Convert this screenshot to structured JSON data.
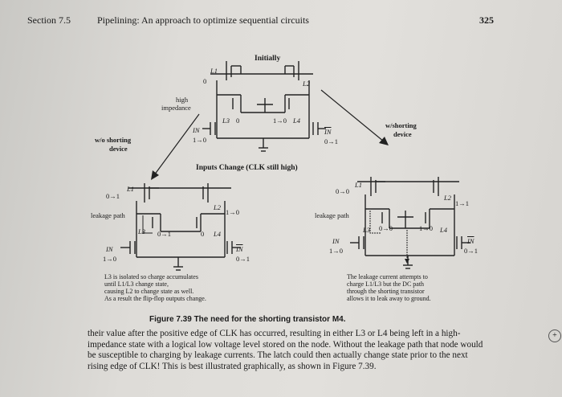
{
  "header": {
    "section": "Section 7.5",
    "title": "Pipelining: An approach to optimize sequential circuits",
    "page_number": "325"
  },
  "diagram": {
    "initially": "Initially",
    "inputs_change": "Inputs Change (CLK still high)",
    "wo_shorting_1": "w/o shorting",
    "wo_shorting_2": "device",
    "w_shorting_1": "w/shorting",
    "w_shorting_2": "device",
    "high_impedance_1": "high",
    "high_impedance_2": "impedance",
    "leakage_path": "leakage path",
    "leakage_path_2": "leakage path",
    "zero": "0",
    "l1": "L1",
    "l2": "L2",
    "l3": "L3",
    "l4": "L4",
    "in": "IN",
    "in_bar": "IN",
    "v_1to0": "1→0",
    "v_0to1": "0→1",
    "v_0to0": "0→0",
    "v_1to1": "1→1",
    "v_0": "0",
    "arrow_0to1": "0→1",
    "arrow_1to0": "1→0"
  },
  "notes": {
    "left": [
      "L3 is isolated so charge accumulates",
      "until L1/L3 change state,",
      "causing L2 to change state as well.",
      "As a result the flip-flop outputs change."
    ],
    "right": [
      "The leakage current attempts to",
      "charge L1/L3 but the DC path",
      "through the shorting transistor",
      "allows it to leak away to ground."
    ]
  },
  "caption": "Figure 7.39  The need for the shorting transistor M4.",
  "body_text": "their value after the positive edge of CLK has occurred, resulting in either L3 or L4 being left in a high-impedance state with a logical low voltage level stored on the node. Without the leakage path that node would be susceptible to charging by leakage currents. The latch could then actually change state prior to the next rising edge of CLK! This is best illustrated graphically, as shown in Figure 7.39."
}
